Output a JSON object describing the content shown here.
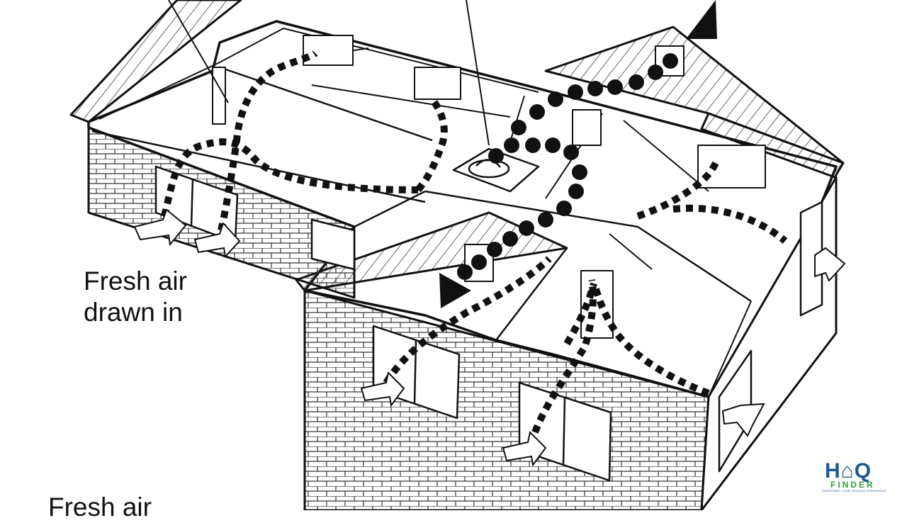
{
  "labels": {
    "fresh_air_line1": "Fresh air",
    "fresh_air_line2": "drawn in",
    "bottom_partial": "Fresh air"
  },
  "logo": {
    "lettering": "H  Q",
    "name": "FINDER",
    "tagline": "REDEFINING YOUR HOUSING EXPERIENCE",
    "colors": {
      "primary": "#1e5a93",
      "accent": "#2ea043"
    }
  },
  "colors": {
    "ink": "#111111",
    "background": "#ffffff"
  },
  "icons": [
    "up-arrow-icon",
    "dot-trail-icon",
    "dash-trail-icon"
  ]
}
